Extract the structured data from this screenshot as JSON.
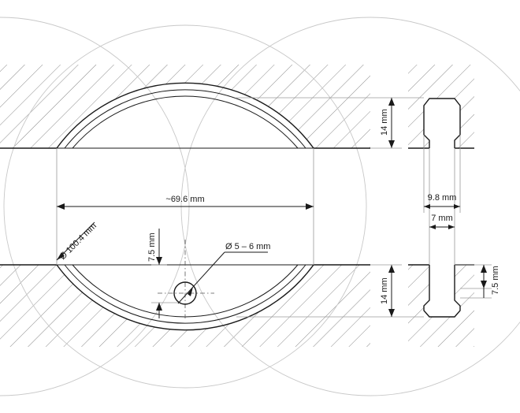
{
  "dimensions": {
    "chord_width": "~69.6 mm",
    "arc_diameter": "Ø 100.4 mm",
    "hole_offset": "7.5 mm",
    "hole_diameter": "Ø 5 – 6 mm",
    "upper_thickness": "14 mm",
    "lower_thickness": "14 mm",
    "side_width_outer": "9.8 mm",
    "side_width_inner": "7 mm",
    "side_hole_offset": "7.5 mm"
  },
  "colors": {
    "line": "#1a1a1a",
    "hatch": "#8c8c8c",
    "construction": "#c8c8c8",
    "background": "#ffffff"
  }
}
